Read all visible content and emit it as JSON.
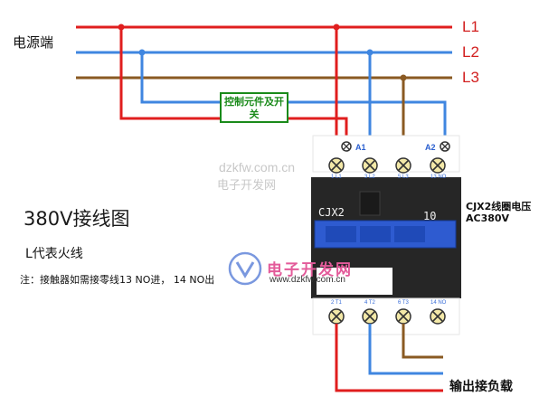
{
  "diagram": {
    "source_label": "电源端",
    "title": "380V接线图",
    "subtitle": "L代表火线",
    "note": "注：接触器如需接零线13 NO进， 14 NO出",
    "lines": [
      {
        "label": "L1",
        "color": "#e01e1e"
      },
      {
        "label": "L2",
        "color": "#3f86e0"
      },
      {
        "label": "L3",
        "color": "#8a5a22"
      }
    ],
    "control_element": "控制元件及开关",
    "coil_label_line1": "CJX2线圈电压",
    "coil_label_line2": "AC380V",
    "contactor_model": "CJX2",
    "contactor_number": "10",
    "load_label": "输出接负载",
    "coil_terminals": [
      "A1",
      "A2"
    ],
    "top_terminals": [
      "1 L1",
      "3 L2",
      "5 L3",
      "13 NO"
    ],
    "bottom_terminals": [
      "2 T1",
      "4 T2",
      "6 T3",
      "14 NO"
    ]
  },
  "watermarks": {
    "top_line1": "dzkfw.com.cn",
    "top_line2": "电子开发网",
    "logo_text": "电子开发网",
    "logo_url": "www.dzkfw.com.cn"
  }
}
